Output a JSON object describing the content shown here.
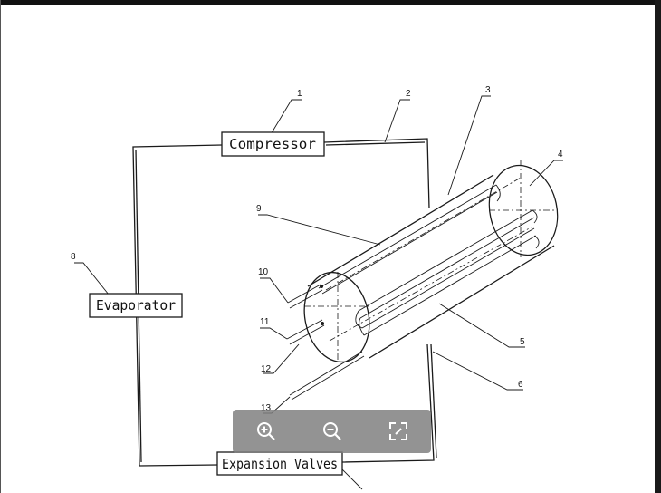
{
  "diagram": {
    "labels": {
      "compressor": "Compressor",
      "evaporator": "Evaporator",
      "expansion_valves": "Expansion Valves"
    },
    "callouts": [
      "1",
      "2",
      "3",
      "4",
      "5",
      "6",
      "8",
      "9",
      "10",
      "11",
      "12",
      "13"
    ]
  },
  "toolbar": {
    "icons": [
      "zoom-in-icon",
      "zoom-out-icon",
      "fullscreen-icon"
    ]
  }
}
